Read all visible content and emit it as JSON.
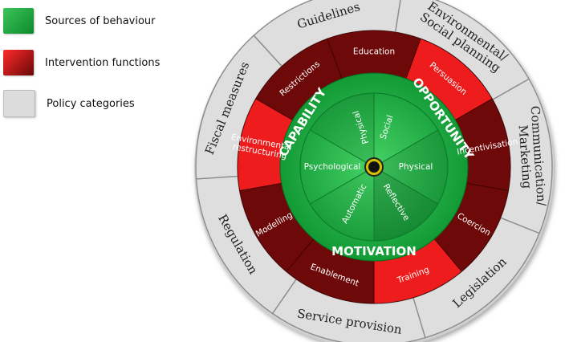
{
  "legend": {
    "items": [
      {
        "label": "Sources of behaviour",
        "color": "#22a63a"
      },
      {
        "label": "Intervention functions",
        "color": "#c4101a"
      },
      {
        "label": "Policy categories",
        "color": "#dcdcdc"
      }
    ]
  },
  "policy_categories": [
    "Environmental/ Social planning",
    "Communication/ Marketing",
    "Legislation",
    "Service provision",
    "Regulation",
    "Fiscal measures",
    "Guidelines"
  ],
  "intervention_functions": [
    "Education",
    "Persuasion",
    "Incentivisation",
    "Coercion",
    "Training",
    "Enablement",
    "Modelling",
    "Environmental restructuring",
    "Restrictions"
  ],
  "sources_of_behaviour": {
    "capability": {
      "label": "CAPABILITY",
      "components": [
        "Physical",
        "Psychological"
      ]
    },
    "opportunity": {
      "label": "OPPORTUNITY",
      "components": [
        "Social",
        "Physical"
      ]
    },
    "motivation": {
      "label": "MOTIVATION",
      "components": [
        "Reflective",
        "Automatic"
      ]
    }
  },
  "colors": {
    "policy_ring": "#dedede",
    "intervention_bright": "#ee1c1c",
    "intervention_dark": "#6e0909",
    "sources_green": "#1fb548",
    "sources_dark_green": "#0c8a2e",
    "ring_text": "#ffffff",
    "policy_text": "#222222"
  }
}
